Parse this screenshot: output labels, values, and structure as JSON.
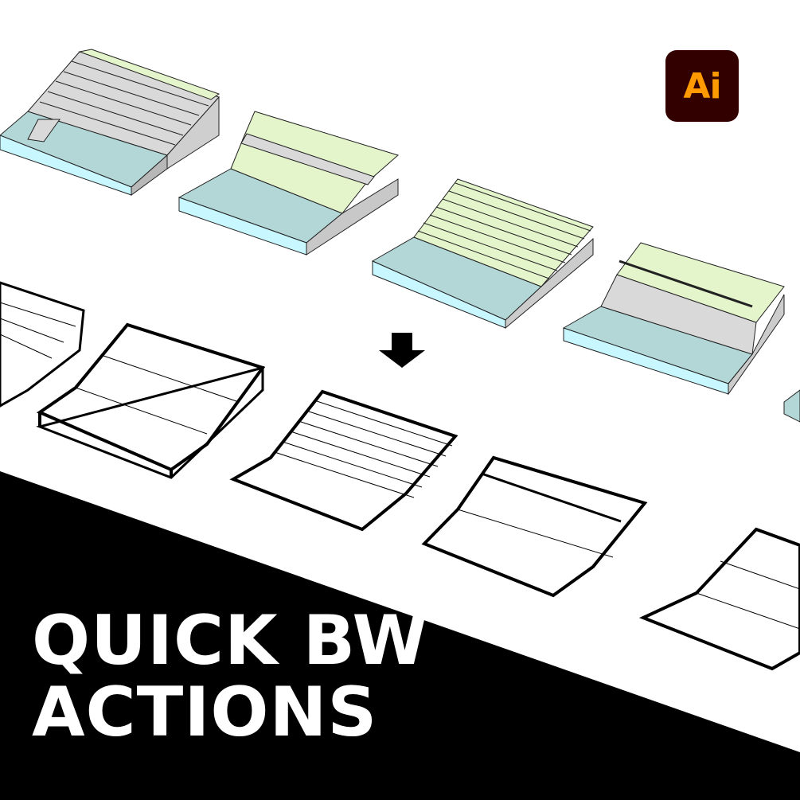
{
  "badge": {
    "text": "Ai",
    "background": "#330000",
    "color": "#ff9a00"
  },
  "title": {
    "line1": "QUICK BW",
    "line2": "ACTIONS"
  },
  "colors": {
    "water": "#b3d6d6",
    "water_edge": "#c8f7ff",
    "grass": "#e4f5cc",
    "grey": "#d9d9d9",
    "banner": "#000000"
  },
  "icons": {
    "arrow": "arrow-down-icon"
  }
}
